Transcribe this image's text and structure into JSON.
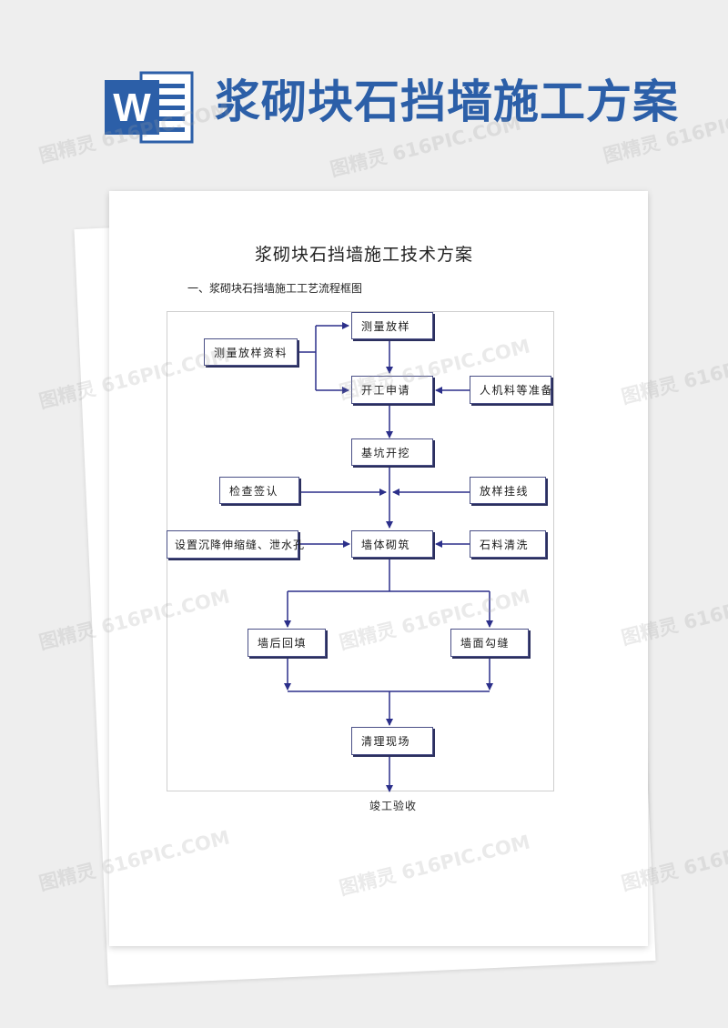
{
  "banner": {
    "title": "浆砌块石挡墙施工方案",
    "logo_letter": "W"
  },
  "document": {
    "title": "浆砌块石挡墙施工技术方案",
    "section_heading": "一、浆砌块石挡墙施工工艺流程框图"
  },
  "flowchart": {
    "survey": "测量放样",
    "survey_data": "测量放样资料",
    "start_request": "开工申请",
    "preparation": "人机料等准备",
    "excavation": "基坑开挖",
    "inspection": "检查签认",
    "line_setting": "放样挂线",
    "joints": "设置沉降伸缩缝、泄水孔",
    "masonry": "墙体砌筑",
    "stone_wash": "石料清洗",
    "backfill": "墙后回填",
    "pointing": "墙面勾缝",
    "cleanup": "清理现场",
    "acceptance": "竣工验收"
  },
  "watermark": {
    "text": "图精灵 616PIC.COM"
  },
  "colors": {
    "banner": "#2c5fa8",
    "box_border": "#4a4f86",
    "connector": "#2b2f8a"
  }
}
